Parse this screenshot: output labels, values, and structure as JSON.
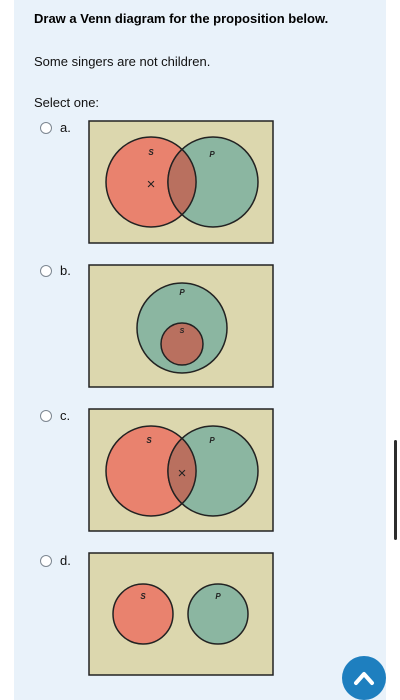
{
  "question": {
    "prompt": "Draw a Venn diagram for the proposition below.",
    "proposition": "Some singers are not children.",
    "select_label": "Select one:"
  },
  "options": [
    {
      "letter": "a.",
      "left_label": "S",
      "right_label": "P",
      "marker": "×"
    },
    {
      "letter": "b.",
      "outer_label": "P",
      "inner_label": "S"
    },
    {
      "letter": "c.",
      "left_label": "S",
      "right_label": "P",
      "marker": "×"
    },
    {
      "letter": "d.",
      "left_label": "S",
      "right_label": "P"
    }
  ],
  "colors": {
    "panel_bg": "#e9f2fa",
    "box_fill": "#dcd7ae",
    "circle_s": "#e9826e",
    "circle_p": "#8bb6a1",
    "overlap": "#b9705f",
    "accent_button": "#1e7fbf"
  },
  "icons": {
    "back_to_top": "chevron-up-icon"
  }
}
